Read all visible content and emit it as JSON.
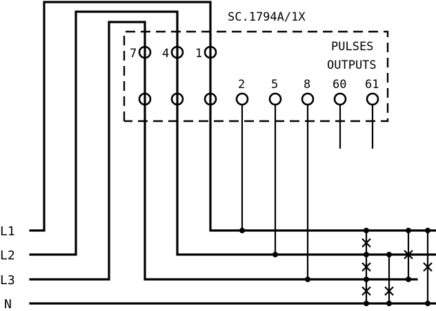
{
  "device": {
    "model": "SC.1794A/1X",
    "pulses_label_1": "PULSES",
    "pulses_label_2": "OUTPUTS"
  },
  "terminals": {
    "t7": "7",
    "t4": "4",
    "t1": "1",
    "t2": "2",
    "t5": "5",
    "t8": "8",
    "t60": "60",
    "t61": "61"
  },
  "lines": {
    "l1": "L1",
    "l2": "L2",
    "l3": "L3",
    "n": "N"
  },
  "colors": {
    "ink": "#000000",
    "background": "#ffffff"
  }
}
